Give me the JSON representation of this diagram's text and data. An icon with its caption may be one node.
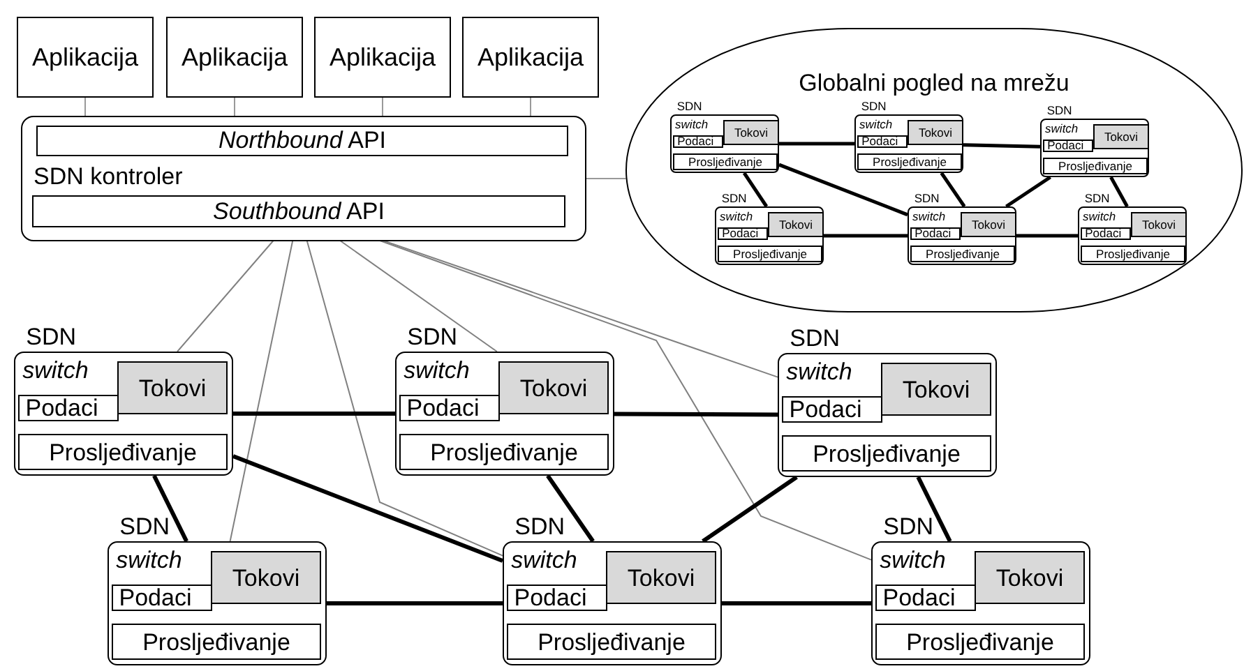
{
  "diagram": {
    "nodes": [
      {
        "text": [
          "Aplikacija"
        ]
      },
      {
        "text": [
          "Aplikacija"
        ]
      },
      {
        "text": [
          "Aplikacija"
        ]
      },
      {
        "text": [
          "Aplikacija"
        ]
      },
      {
        "text": [
          "SDN kontroler"
        ]
      },
      {
        "text": [
          "*Northbound* API"
        ],
        "in": 4
      },
      {
        "text": [
          "*Southbound* API"
        ],
        "in": 4
      },
      {
        "text": [
          "Globalni pogled na mrežu"
        ]
      },
      {
        "text": [
          "SDN",
          "switch"
        ],
        "in": 7
      },
      {
        "text": [
          "Tokovi"
        ],
        "in": 8
      },
      {
        "text": [
          "Podaci"
        ],
        "in": 8
      },
      {
        "text": [
          "Prosljeđivanje"
        ],
        "in": 8
      },
      {
        "text": [
          "SDN",
          "switch"
        ],
        "in": 7
      },
      {
        "text": [
          "Tokovi"
        ],
        "in": 12
      },
      {
        "text": [
          "Podaci"
        ],
        "in": 12
      },
      {
        "text": [
          "Prosljeđivanje"
        ],
        "in": 12
      },
      {
        "text": [
          "SDN",
          "switch"
        ],
        "in": 7
      },
      {
        "text": [
          "Tokovi"
        ],
        "in": 16
      },
      {
        "text": [
          "Podaci"
        ],
        "in": 16
      },
      {
        "text": [
          "Prosljeđivanje"
        ],
        "in": 16
      },
      {
        "text": [
          "SDN",
          "switch"
        ],
        "in": 7
      },
      {
        "text": [
          "Tokovi"
        ],
        "in": 20
      },
      {
        "text": [
          "Podaci"
        ],
        "in": 20
      },
      {
        "text": [
          "Prosljeđivanje"
        ],
        "in": 20
      },
      {
        "text": [
          "SDN",
          "switch"
        ],
        "in": 7
      },
      {
        "text": [
          "Tokovi"
        ],
        "in": 24
      },
      {
        "text": [
          "Podaci"
        ],
        "in": 24
      },
      {
        "text": [
          "Prosljeđivanje"
        ],
        "in": 24
      },
      {
        "text": [
          "SDN",
          "switch"
        ],
        "in": 7
      },
      {
        "text": [
          "Tokovi"
        ],
        "in": 28
      },
      {
        "text": [
          "Podaci"
        ],
        "in": 28
      },
      {
        "text": [
          "Prosljeđivanje"
        ],
        "in": 28
      },
      {
        "text": [
          "SDN",
          "switch"
        ]
      },
      {
        "text": [
          "Tokovi"
        ],
        "in": 32
      },
      {
        "text": [
          "Podaci"
        ],
        "in": 32
      },
      {
        "text": [
          "Prosljeđivanje"
        ],
        "in": 32
      },
      {
        "text": [
          "SDN",
          "switch"
        ]
      },
      {
        "text": [
          "Tokovi"
        ],
        "in": 36
      },
      {
        "text": [
          "Podaci"
        ],
        "in": 36
      },
      {
        "text": [
          "Prosljeđivanje"
        ],
        "in": 36
      },
      {
        "text": [
          "SDN",
          "switch"
        ]
      },
      {
        "text": [
          "Tokovi"
        ],
        "in": 40
      },
      {
        "text": [
          "Podaci"
        ],
        "in": 40
      },
      {
        "text": [
          "Prosljeđivanje"
        ],
        "in": 40
      },
      {
        "text": [
          "SDN",
          "switch"
        ]
      },
      {
        "text": [
          "Tokovi"
        ],
        "in": 44
      },
      {
        "text": [
          "Podaci"
        ],
        "in": 44
      },
      {
        "text": [
          "Prosljeđivanje"
        ],
        "in": 44
      },
      {
        "text": [
          "SDN",
          "switch"
        ]
      },
      {
        "text": [
          "Tokovi"
        ],
        "in": 48
      },
      {
        "text": [
          "Podaci"
        ],
        "in": 48
      },
      {
        "text": [
          "Prosljeđivanje"
        ],
        "in": 48
      },
      {
        "text": [
          "SDN",
          "switch"
        ]
      },
      {
        "text": [
          "Tokovi"
        ],
        "in": 52
      },
      {
        "text": [
          "Podaci"
        ],
        "in": 52
      },
      {
        "text": [
          "Prosljeđivanje"
        ],
        "in": 52
      }
    ],
    "edges": [
      {
        "from": 0,
        "to": 5,
        "arrow": "none",
        "color": "#999999"
      },
      {
        "from": 1,
        "to": 5,
        "arrow": "none",
        "color": "#999999"
      },
      {
        "from": 2,
        "to": 5,
        "arrow": "none",
        "color": "#999999"
      },
      {
        "from": 3,
        "to": 5,
        "arrow": "none",
        "color": "#999999"
      },
      {
        "from": 4,
        "to": 7,
        "arrow": "none",
        "color": "#999999"
      },
      {
        "from": 6,
        "to": 32,
        "arrow": "none",
        "color": "#808080"
      },
      {
        "from": 6,
        "to": 44,
        "arrow": "none",
        "color": "#808080"
      },
      {
        "from": 6,
        "to": 36,
        "arrow": "none",
        "color": "#808080"
      },
      {
        "from": 6,
        "to": 48,
        "arrow": "none",
        "color": "#808080"
      },
      {
        "from": 6,
        "to": 40,
        "arrow": "none",
        "color": "#808080"
      },
      {
        "from": 6,
        "to": 52,
        "arrow": "none",
        "color": "#808080"
      },
      {
        "from": 8,
        "to": 12,
        "arrow": "none"
      },
      {
        "from": 12,
        "to": 16,
        "arrow": "none"
      },
      {
        "from": 8,
        "to": 20,
        "arrow": "none"
      },
      {
        "from": 8,
        "to": 24,
        "arrow": "none"
      },
      {
        "from": 12,
        "to": 24,
        "arrow": "none"
      },
      {
        "from": 16,
        "to": 24,
        "arrow": "none"
      },
      {
        "from": 16,
        "to": 28,
        "arrow": "none"
      },
      {
        "from": 20,
        "to": 24,
        "arrow": "none"
      },
      {
        "from": 24,
        "to": 28,
        "arrow": "none"
      },
      {
        "from": 32,
        "to": 36,
        "arrow": "none"
      },
      {
        "from": 36,
        "to": 40,
        "arrow": "none"
      },
      {
        "from": 32,
        "to": 44,
        "arrow": "none"
      },
      {
        "from": 32,
        "to": 48,
        "arrow": "none"
      },
      {
        "from": 36,
        "to": 48,
        "arrow": "none"
      },
      {
        "from": 40,
        "to": 48,
        "arrow": "none"
      },
      {
        "from": 40,
        "to": 52,
        "arrow": "none"
      },
      {
        "from": 44,
        "to": 48,
        "arrow": "none"
      },
      {
        "from": 48,
        "to": 52,
        "arrow": "none"
      }
    ]
  }
}
